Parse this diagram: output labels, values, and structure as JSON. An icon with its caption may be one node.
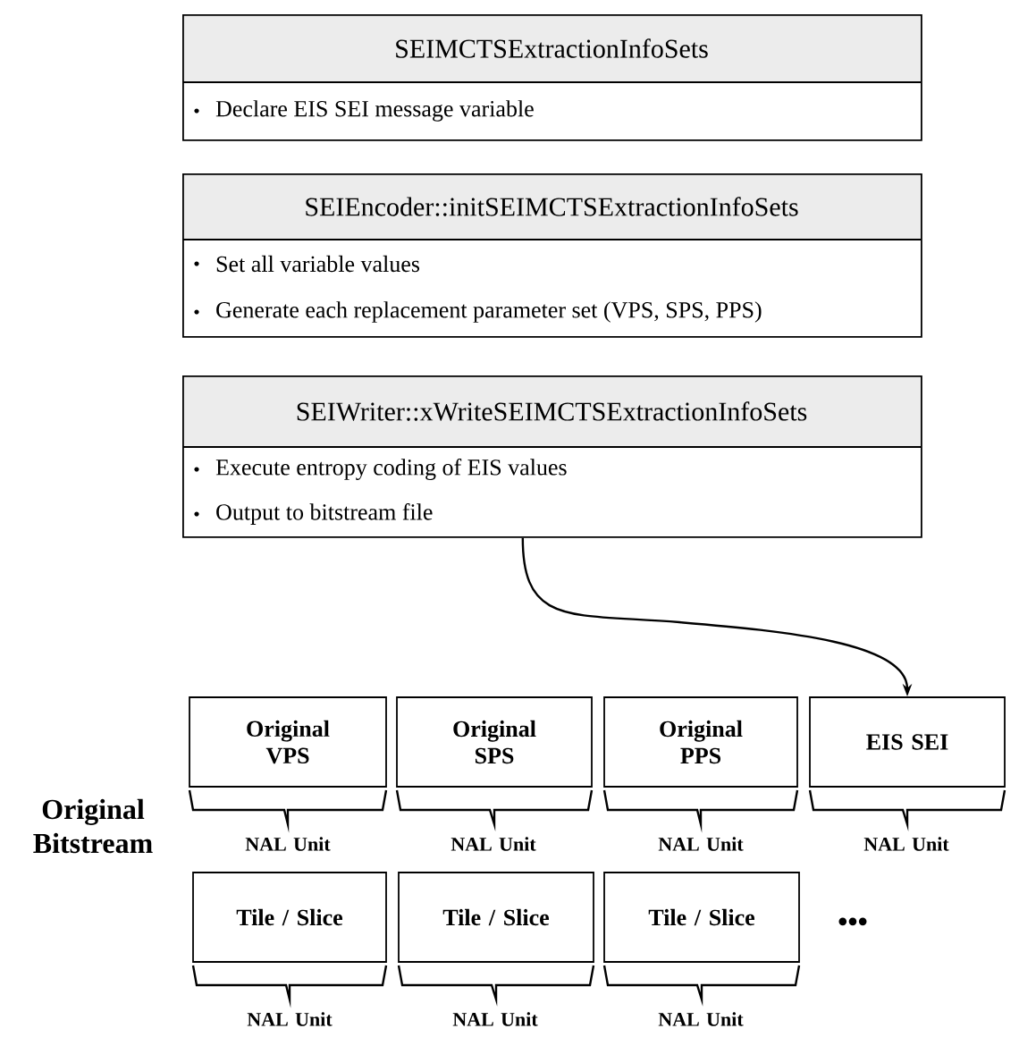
{
  "diagram": {
    "nodes": [
      {
        "text": [
          "SEIMCTSExtractionInfoSets",
          "Declare  EIS SEI message variable"
        ]
      },
      {
        "text": [
          "SEIEncoder::initSEIMCTSExtractionInfoSets",
          "Set all variable values",
          "Generate each replacement parameter set (VPS, SPS, PPS)"
        ]
      },
      {
        "text": [
          "SEIWriter::xWriteSEIMCTSExtractionInfoSets",
          "Execute entropy coding of EIS values",
          "Output to bitstream file"
        ]
      },
      {
        "text": [
          "Original VPS"
        ]
      },
      {
        "text": [
          "Original SPS"
        ]
      },
      {
        "text": [
          "Original PPS"
        ]
      },
      {
        "text": [
          "EIS SEI"
        ]
      },
      {
        "text": [
          "Tile / Slice"
        ]
      },
      {
        "text": [
          "Tile / Slice"
        ]
      },
      {
        "text": [
          "Tile / Slice"
        ]
      }
    ],
    "edges": [
      {
        "from": 2,
        "to": 6,
        "arrow": "to"
      }
    ],
    "labels": [
      "Original Bitstream",
      "NAL Unit",
      "NAL Unit",
      "NAL Unit",
      "NAL Unit",
      "•••",
      "NAL Unit",
      "NAL Unit",
      "NAL Unit"
    ]
  }
}
